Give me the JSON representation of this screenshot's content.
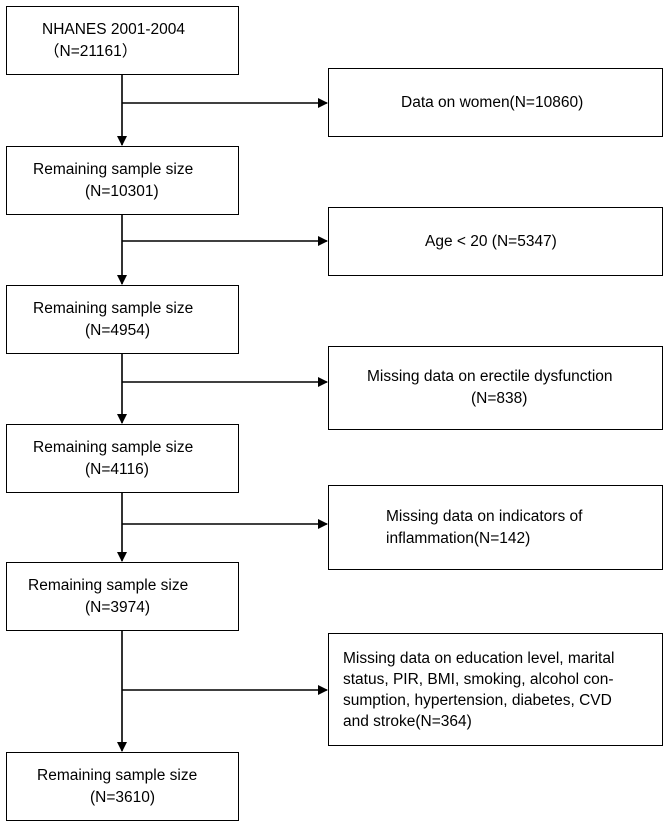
{
  "flow": {
    "start": {
      "line1": "NHANES 2001-2004",
      "line2": "（N=21161）"
    },
    "remaining": [
      {
        "line1": "Remaining sample size",
        "line2": "(N=10301)"
      },
      {
        "line1": "Remaining sample size",
        "line2": "(N=4954)"
      },
      {
        "line1": "Remaining sample size",
        "line2": "(N=4116)"
      },
      {
        "line1": "Remaining sample size",
        "line2": "(N=3974)"
      }
    ],
    "final": {
      "line1": "Remaining sample size",
      "line2": "(N=3610)"
    }
  },
  "exclusions": [
    {
      "lines": [
        "Data on women(N=10860)"
      ]
    },
    {
      "lines": [
        "Age < 20 (N=5347)"
      ]
    },
    {
      "lines": [
        "Missing data on erectile dysfunction",
        "(N=838)"
      ]
    },
    {
      "lines": [
        "Missing data on indicators of",
        "inflammation(N=142)"
      ]
    },
    {
      "lines": [
        "Missing data on education level, marital",
        "status, PIR, BMI, smoking, alcohol con-",
        "sumption, hypertension, diabetes, CVD",
        "and stroke(N=364)"
      ]
    }
  ],
  "colors": {
    "stroke": "#000000",
    "background": "#ffffff"
  }
}
